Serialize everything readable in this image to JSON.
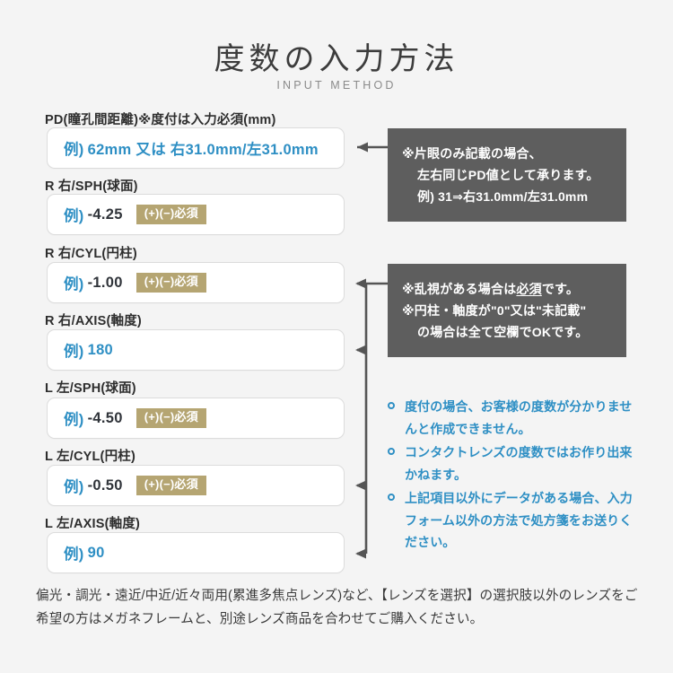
{
  "header": {
    "title": "度数の入力方法",
    "subtitle": "INPUT METHOD"
  },
  "colors": {
    "background": "#f4f4f4",
    "accent_blue": "#2e8fc4",
    "badge_khaki": "#b5a572",
    "note_gray": "#5e5e5e",
    "connector_gray": "#555555"
  },
  "form": {
    "fields": [
      {
        "label": "PD(瞳孔間距離)※度付は入力必須(mm)",
        "placeholder_prefix": "例)",
        "placeholder_value": "62mm 又は 右31.0mm/左31.0mm",
        "value_is_blue": true,
        "badge": null
      },
      {
        "label": "R 右/SPH(球面)",
        "placeholder_prefix": "例)",
        "placeholder_value": "-4.25",
        "value_is_blue": false,
        "badge": "(+)(−)必須"
      },
      {
        "label": "R 右/CYL(円柱)",
        "placeholder_prefix": "例)",
        "placeholder_value": "-1.00",
        "value_is_blue": false,
        "badge": "(+)(−)必須"
      },
      {
        "label": "R 右/AXIS(軸度)",
        "placeholder_prefix": "例)",
        "placeholder_value": "180",
        "value_is_blue": true,
        "badge": null
      },
      {
        "label": "L 左/SPH(球面)",
        "placeholder_prefix": "例)",
        "placeholder_value": "-4.50",
        "value_is_blue": false,
        "badge": "(+)(−)必須"
      },
      {
        "label": "L 左/CYL(円柱)",
        "placeholder_prefix": "例)",
        "placeholder_value": "-0.50",
        "value_is_blue": false,
        "badge": "(+)(−)必須"
      },
      {
        "label": "L 左/AXIS(軸度)",
        "placeholder_prefix": "例)",
        "placeholder_value": "90",
        "value_is_blue": true,
        "badge": null
      }
    ]
  },
  "notes": {
    "pd_note": {
      "lines": [
        "※片眼のみ記載の場合、",
        "左右同じPD値として承ります。",
        "例) 31⇒右31.0mm/左31.0mm"
      ]
    },
    "cyl_axis_note": {
      "line1_before": "※乱視がある場合は",
      "line1_underline": "必須",
      "line1_after": "です。",
      "line2": "※円柱・軸度が\"0\"又は\"未記載\"",
      "line3": "の場合は全て空欄でOKです。"
    }
  },
  "bullets": [
    "度付の場合、お客様の度数が分かりませんと作成できません。",
    "コンタクトレンズの度数ではお作り出来かねます。",
    "上記項目以外にデータがある場合、入力フォーム以外の方法で処方箋をお送りください。"
  ],
  "footer": {
    "text": "偏光・調光・遠近/中近/近々両用(累進多焦点レンズ)など、【レンズを選択】の選択肢以外のレンズをご希望の方はメガネフレームと、別途レンズ商品を合わせてご購入ください。"
  }
}
